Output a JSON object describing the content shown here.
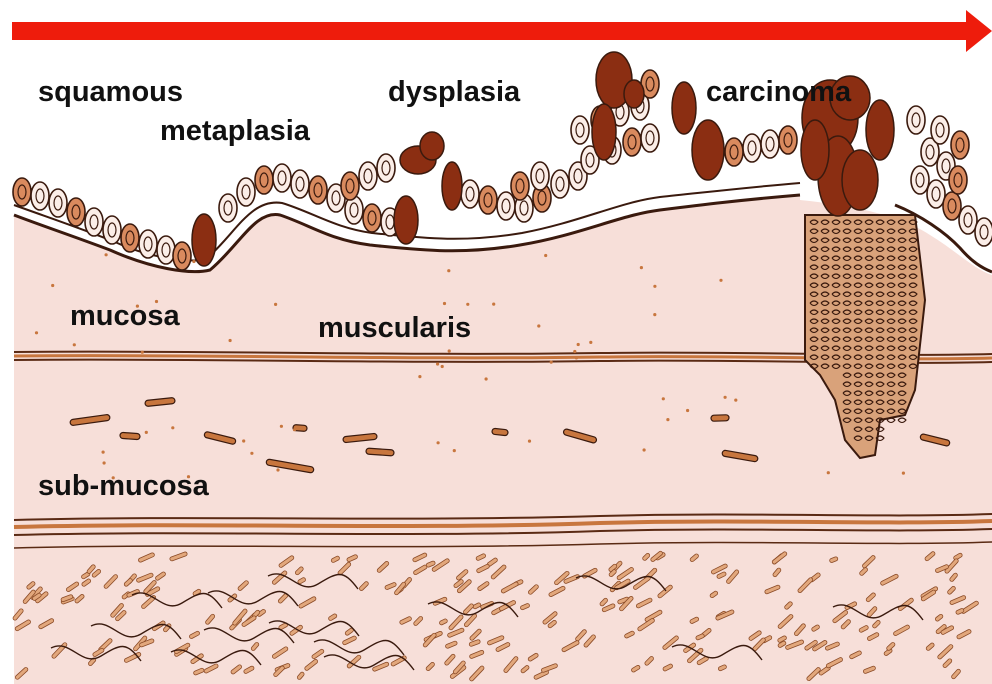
{
  "diagram": {
    "labels": {
      "squamous": "squamous",
      "metaplasia": "metaplasia",
      "dysplasia": "dysplasia",
      "carcinoma": "carcinoma",
      "mucosa": "mucosa",
      "muscularis": "muscularis",
      "submucosa": "sub-mucosa"
    },
    "colors": {
      "arrow": "#ee1c0c",
      "tissue": "#f7dfd9",
      "outline": "#3a1a0e",
      "cell_fill": "#fbeee8",
      "cell_ring": "#d98a5e",
      "dark_cell": "#8b2e12",
      "tumor": "#7a2610",
      "fiber": "#c8763e"
    }
  }
}
